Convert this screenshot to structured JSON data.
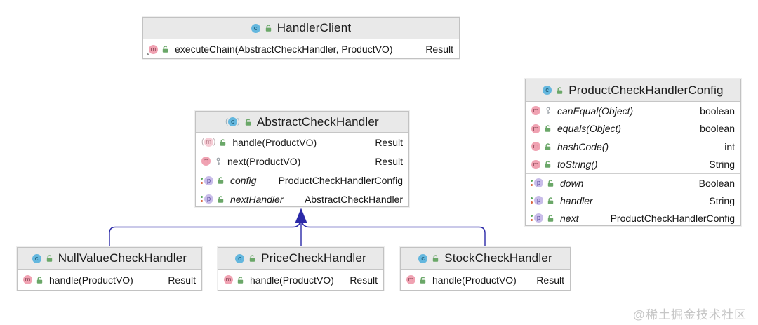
{
  "diagram": {
    "icon_letters": {
      "class": "c",
      "method": "m",
      "property": "p"
    },
    "colors": {
      "relationship_line": "#2b29a8",
      "header_background": "#e9e9e9",
      "box_border": "#c2c2c2",
      "class_icon_blue": "#64b7de",
      "method_icon_pink": "#f0a2b2",
      "property_icon_purple": "#c8bce9",
      "lock_icon_green": "#6aa768",
      "key_icon_gray": "#9aa0a6"
    },
    "classes": {
      "handler_client": {
        "title": "HandlerClient",
        "methods": [
          {
            "name": "executeChain(AbstractCheckHandler, ProductVO)",
            "type": "Result"
          }
        ]
      },
      "product_check_handler_config": {
        "title": "ProductCheckHandlerConfig",
        "methods": [
          {
            "name": "canEqual(Object)",
            "type": "boolean"
          },
          {
            "name": "equals(Object)",
            "type": "boolean"
          },
          {
            "name": "hashCode()",
            "type": "int"
          },
          {
            "name": "toString()",
            "type": "String"
          }
        ],
        "properties": [
          {
            "name": "down",
            "type": "Boolean"
          },
          {
            "name": "handler",
            "type": "String"
          },
          {
            "name": "next",
            "type": "ProductCheckHandlerConfig"
          }
        ]
      },
      "abstract_check_handler": {
        "title": "AbstractCheckHandler",
        "methods": [
          {
            "name": "handle(ProductVO)",
            "type": "Result"
          },
          {
            "name": "next(ProductVO)",
            "type": "Result"
          }
        ],
        "properties": [
          {
            "name": "config",
            "type": "ProductCheckHandlerConfig"
          },
          {
            "name": "nextHandler",
            "type": "AbstractCheckHandler"
          }
        ]
      },
      "null_value_check_handler": {
        "title": "NullValueCheckHandler",
        "methods": [
          {
            "name": "handle(ProductVO)",
            "type": "Result"
          }
        ]
      },
      "price_check_handler": {
        "title": "PriceCheckHandler",
        "methods": [
          {
            "name": "handle(ProductVO)",
            "type": "Result"
          }
        ]
      },
      "stock_check_handler": {
        "title": "StockCheckHandler",
        "methods": [
          {
            "name": "handle(ProductVO)",
            "type": "Result"
          }
        ]
      }
    },
    "watermark": "@稀土掘金技术社区"
  }
}
